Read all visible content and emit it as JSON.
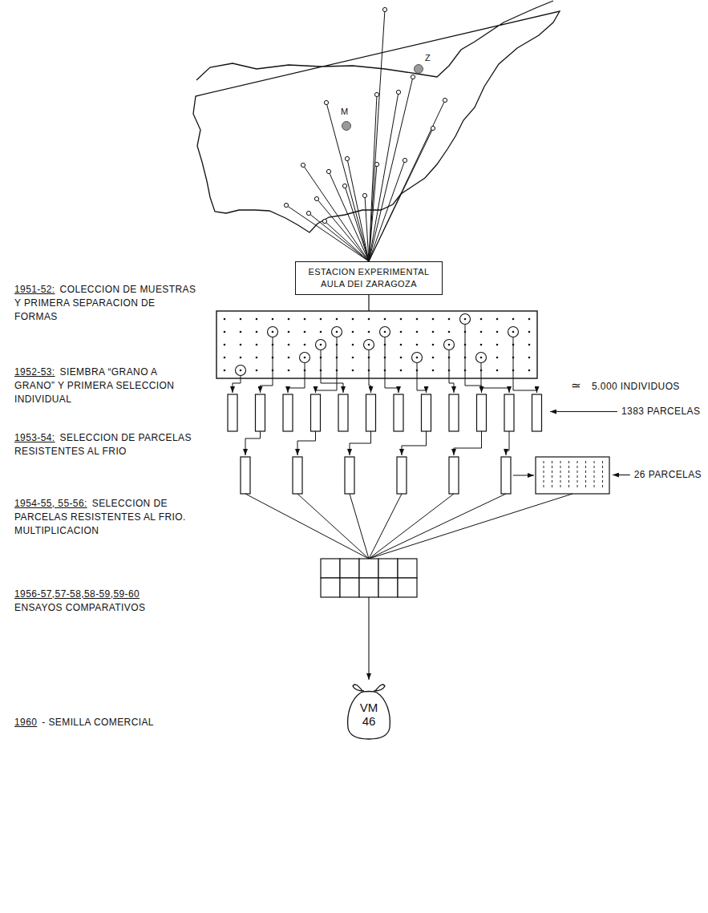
{
  "diagram": {
    "nodes": [
      {
        "text": [
          "ESTACION EXPERIMENTAL AULA DEI ZARAGOZA"
        ]
      },
      {
        "text": [
          "VM 46"
        ]
      }
    ],
    "labels": [
      "M",
      "Z",
      "1951-52:",
      "COLECCION DE MUESTRAS Y PRIMERA SEPARACION DE FORMAS",
      "1952-53:",
      "SIEMBRA “GRANO A GRANO” Y PRIMERA SELECCION INDIVIDUAL",
      "≃",
      "5.000 INDIVIDUOS",
      "1953-54:",
      "SELECCION DE PARCELAS RESISTENTES AL FRIO",
      "1383 PARCELAS",
      "1954-55, 55-56:",
      "SELECCION DE PARCELAS RESISTENTES AL FRIO. MULTIPLICACION",
      "26 PARCELAS",
      "1956-57,57-58,58-59,59-60",
      "ENSAYOS COMPARATIVOS",
      "1960",
      "- SEMILLA COMERCIAL"
    ]
  }
}
